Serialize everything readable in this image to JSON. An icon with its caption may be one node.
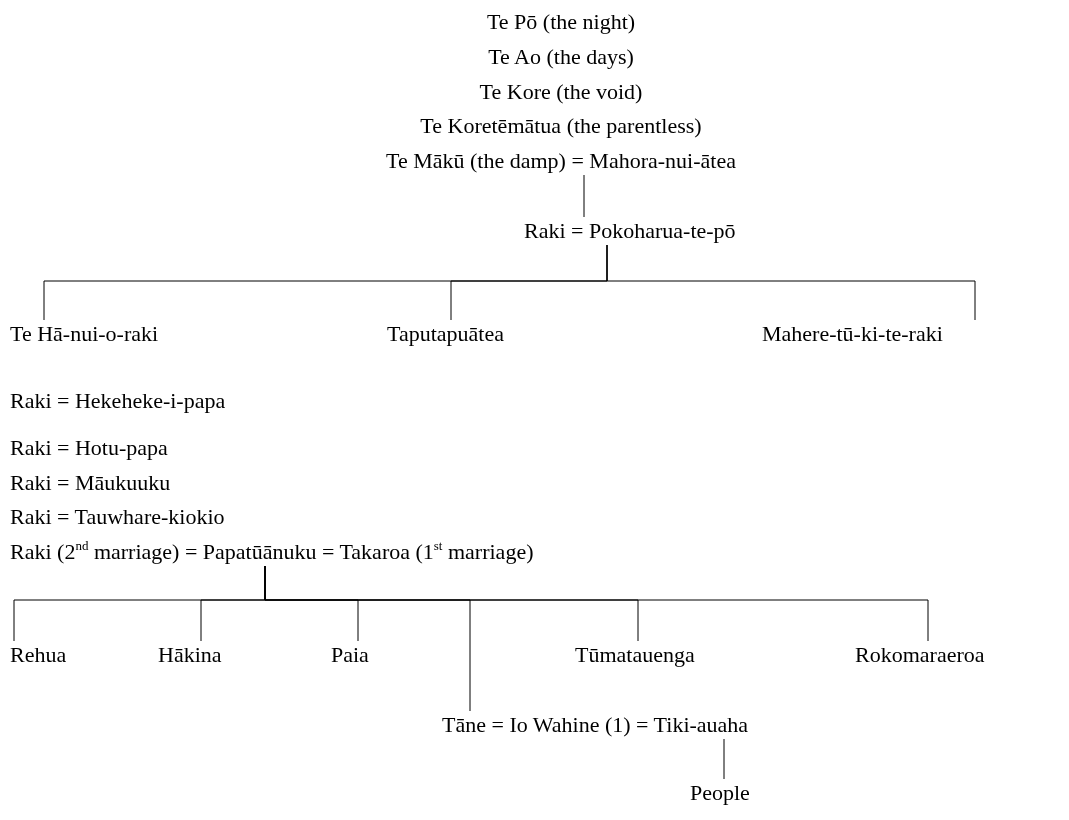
{
  "diagram": {
    "nodes": [
      {
        "text": [
          "Te Mākū (the damp) = Mahora-nui-ātea"
        ]
      },
      {
        "text": [
          "Raki = Pokoharua-te-pō"
        ]
      },
      {
        "text": [
          "Te Hā-nui-o-raki"
        ]
      },
      {
        "text": [
          "Taputapuātea"
        ]
      },
      {
        "text": [
          "Mahere-tū-ki-te-raki"
        ]
      },
      {
        "text": [
          "Raki (2$^{nd}$ marriage) = Papatūānuku = Takaroa (1$^{st}$ marriage)"
        ]
      },
      {
        "text": [
          "Rehua"
        ]
      },
      {
        "text": [
          "Hākina"
        ]
      },
      {
        "text": [
          "Paia"
        ]
      },
      {
        "text": [
          "Tāne = Io Wahine (1) = Tiki-auaha"
        ]
      },
      {
        "text": [
          "Tūmatauenga"
        ]
      },
      {
        "text": [
          "Rokomaraeroa"
        ]
      },
      {
        "text": [
          "People"
        ]
      }
    ],
    "edges": [
      {
        "from": 0,
        "to": 1,
        "arrow": "none"
      },
      {
        "from": 1,
        "to": 2,
        "arrow": "none"
      },
      {
        "from": 1,
        "to": 3,
        "arrow": "none"
      },
      {
        "from": 1,
        "to": 4,
        "arrow": "none"
      },
      {
        "from": 5,
        "to": 6,
        "arrow": "none"
      },
      {
        "from": 5,
        "to": 7,
        "arrow": "none"
      },
      {
        "from": 5,
        "to": 8,
        "arrow": "none"
      },
      {
        "from": 5,
        "to": 9,
        "arrow": "none"
      },
      {
        "from": 5,
        "to": 10,
        "arrow": "none"
      },
      {
        "from": 5,
        "to": 11,
        "arrow": "none"
      },
      {
        "from": 9,
        "to": 12,
        "arrow": "none"
      }
    ],
    "labels": [
      "Te Pō (the night)",
      "Te Ao (the days)",
      "Te Kore (the void)",
      "Te Koretēmātua (the parentless)",
      "Raki = Hekeheke-i-papa",
      "Raki = Hotu-papa",
      "Raki = Māukuuku",
      "Raki = Tauwhare-kiokio"
    ]
  }
}
